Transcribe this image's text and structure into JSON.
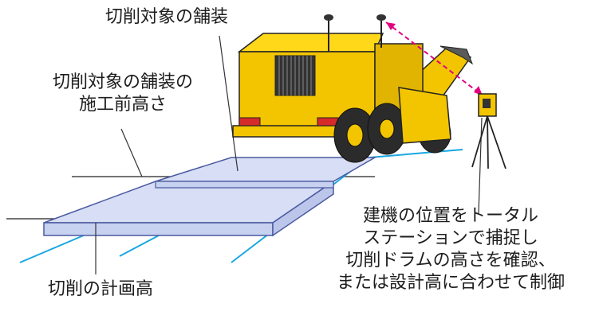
{
  "labels": {
    "target_pavement": "切削対象の舗装",
    "pre_height_line1": "切削対象の舗装の",
    "pre_height_line2": "施工前高さ",
    "plan_height": "切削の計画高",
    "note_line1": "建機の位置をトータル",
    "note_line2": "ステーションで捕捉し",
    "note_line3": "切削ドラムの高さを確認、",
    "note_line4": "または設計高に合わせて制御"
  },
  "icons": [
    "road-milling-machine-icon",
    "gps-antenna-icon",
    "total-station-icon"
  ],
  "colors": {
    "machine": "#f2c500",
    "machine_dark": "#b88f00",
    "pavement_fill": "#d7def5",
    "pavement_edge": "#4a5aa0",
    "cyan_line": "#19a7e0",
    "laser": "#e3007f"
  }
}
